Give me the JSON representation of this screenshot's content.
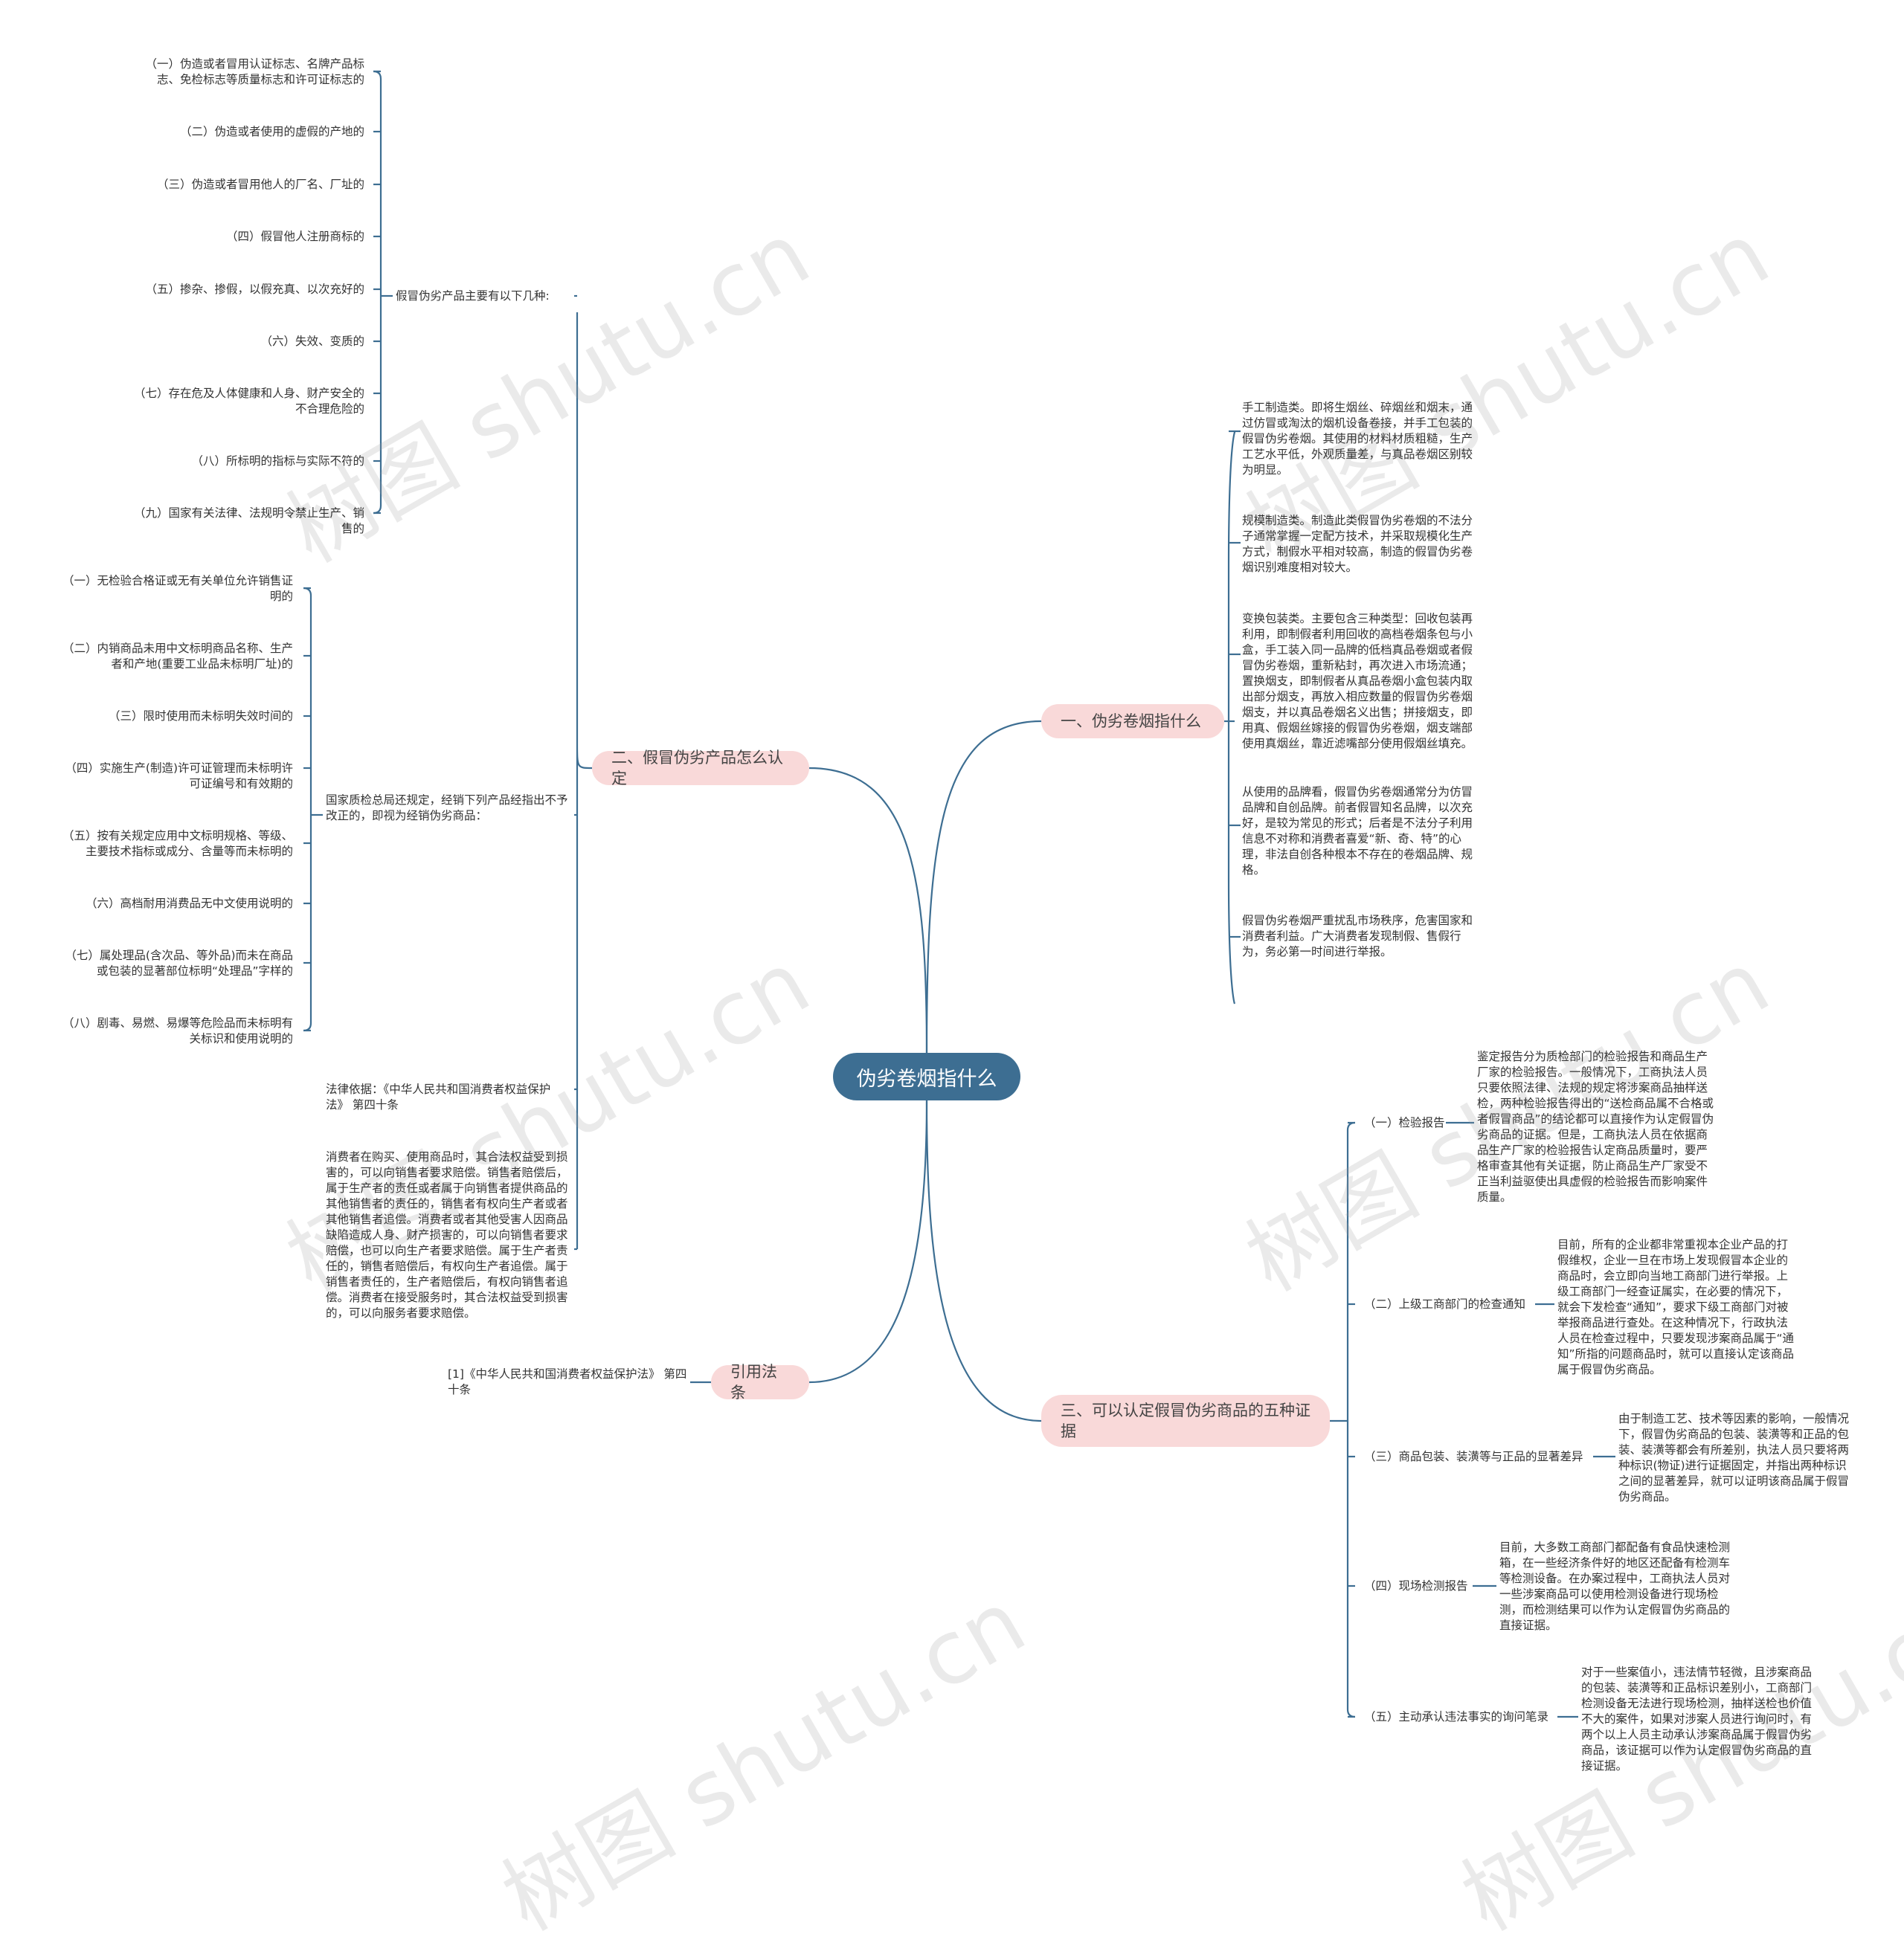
{
  "root": "伪劣卷烟指什么",
  "branches": {
    "b1": "一、伪劣卷烟指什么",
    "b2": "二、假冒伪劣产品怎么认定",
    "b3": "三、可以认定假冒伪劣商品的五种证据",
    "b4": "引用法条"
  },
  "b1_items": [
    "手工制造类。即将生烟丝、碎烟丝和烟末，通过仿冒或淘汰的烟机设备卷接，并手工包装的假冒伪劣卷烟。其使用的材料材质粗糙，生产工艺水平低，外观质量差，与真品卷烟区别较为明显。",
    "规模制造类。制造此类假冒伪劣卷烟的不法分子通常掌握一定配方技术，并采取规模化生产方式，制假水平相对较高，制造的假冒伪劣卷烟识别难度相对较大。",
    "变换包装类。主要包含三种类型：回收包装再利用，即制假者利用回收的高档卷烟条包与小盒，手工装入同一品牌的低档真品卷烟或者假冒伪劣卷烟，重新粘封，再次进入市场流通；置换烟支，即制假者从真品卷烟小盒包装内取出部分烟支，再放入相应数量的假冒伪劣卷烟烟支，并以真品卷烟名义出售；拼接烟支，即用真、假烟丝嫁接的假冒伪劣卷烟，烟支端部使用真烟丝，靠近滤嘴部分使用假烟丝填充。",
    "从使用的品牌看，假冒伪劣卷烟通常分为仿冒品牌和自创品牌。前者假冒知名品牌，以次充好，是较为常见的形式；后者是不法分子利用信息不对称和消费者喜爱“新、奇、特”的心理，非法自创各种根本不存在的卷烟品牌、规格。",
    "假冒伪劣卷烟严重扰乱市场秩序，危害国家和消费者利益。广大消费者发现制假、售假行为，务必第一时间进行举报。"
  ],
  "b2": {
    "sub1": "假冒伪劣产品主要有以下几种:",
    "sub1_items": [
      "（一）伪造或者冒用认证标志、名牌产品标志、免检标志等质量标志和许可证标志的",
      "（二）伪造或者使用的虚假的产地的",
      "（三）伪造或者冒用他人的厂名、厂址的",
      "（四）假冒他人注册商标的",
      "（五）掺杂、掺假，以假充真、以次充好的",
      "（六）失效、变质的",
      "（七）存在危及人体健康和人身、财产安全的不合理危险的",
      "（八）所标明的指标与实际不符的",
      "（九）国家有关法律、法规明令禁止生产、销售的"
    ],
    "sub2": "国家质检总局还规定，经销下列产品经指出不予改正的，即视为经销伪劣商品：",
    "sub2_items": [
      "（一）无检验合格证或无有关单位允许销售证明的",
      "（二）内销商品未用中文标明商品名称、生产者和产地(重要工业品未标明厂址)的",
      "（三）限时使用而未标明失效时间的",
      "（四）实施生产(制造)许可证管理而未标明许可证编号和有效期的",
      "（五）按有关规定应用中文标明规格、等级、主要技术指标或成分、含量等而未标明的",
      "（六）高档耐用消费品无中文使用说明的",
      "（七）属处理品(含次品、等外品)而未在商品或包装的显著部位标明“处理品”字样的",
      "（八）剧毒、易燃、易爆等危险品而未标明有关标识和使用说明的"
    ],
    "sub3": "法律依据：《中华人民共和国消费者权益保护法》 第四十条",
    "sub4": "消费者在购买、使用商品时，其合法权益受到损害的，可以向销售者要求赔偿。销售者赔偿后，属于生产者的责任或者属于向销售者提供商品的其他销售者的责任的，销售者有权向生产者或者其他销售者追偿。消费者或者其他受害人因商品缺陷造成人身、财产损害的，可以向销售者要求赔偿，也可以向生产者要求赔偿。属于生产者责任的，销售者赔偿后，有权向生产者追偿。属于销售者责任的，生产者赔偿后，有权向销售者追偿。消费者在接受服务时，其合法权益受到损害的，可以向服务者要求赔偿。"
  },
  "b3_items": [
    {
      "label": "（一）检验报告",
      "text": "鉴定报告分为质检部门的检验报告和商品生产厂家的检验报告。一般情况下，工商执法人员只要依照法律、法规的规定将涉案商品抽样送检，两种检验报告得出的“送检商品属不合格或者假冒商品”的结论都可以直接作为认定假冒伪劣商品的证据。但是，工商执法人员在依据商品生产厂家的检验报告认定商品质量时，要严格审查其他有关证据，防止商品生产厂家受不正当利益驱使出具虚假的检验报告而影响案件质量。"
    },
    {
      "label": "（二）上级工商部门的检查通知",
      "text": "目前，所有的企业都非常重视本企业产品的打假维权，企业一旦在市场上发现假冒本企业的商品时，会立即向当地工商部门进行举报。上级工商部门一经查证属实，在必要的情况下，就会下发检查“通知”，要求下级工商部门对被举报商品进行查处。在这种情况下，行政执法人员在检查过程中，只要发现涉案商品属于“通知”所指的问题商品时，就可以直接认定该商品属于假冒伪劣商品。"
    },
    {
      "label": "（三）商品包装、装潢等与正品的显著差异",
      "text": "由于制造工艺、技术等因素的影响，一般情况下，假冒伪劣商品的包装、装潢等和正品的包装、装潢等都会有所差别，执法人员只要将两种标识(物证)进行证据固定，并指出两种标识之间的显著差异，就可以证明该商品属于假冒伪劣商品。"
    },
    {
      "label": "（四）现场检测报告",
      "text": "目前，大多数工商部门都配备有食品快速检测箱，在一些经济条件好的地区还配备有检测车等检测设备。在办案过程中，工商执法人员对一些涉案商品可以使用检测设备进行现场检测，而检测结果可以作为认定假冒伪劣商品的直接证据。"
    },
    {
      "label": "（五）主动承认违法事实的询问笔录",
      "text": "对于一些案值小，违法情节轻微，且涉案商品的包装、装潢等和正品标识差别小，工商部门检测设备无法进行现场检测，抽样送检也价值不大的案件，如果对涉案人员进行询问时，有两个以上人员主动承认涉案商品属于假冒伪劣商品，该证据可以作为认定假冒伪劣商品的直接证据。"
    }
  ],
  "b4_item": "[1]《中华人民共和国消费者权益保护法》 第四十条",
  "watermark": "树图 shutu.cn",
  "colors": {
    "root": "#3d6e92",
    "branch": "#f9d9d9",
    "line": "#3d6e92"
  }
}
